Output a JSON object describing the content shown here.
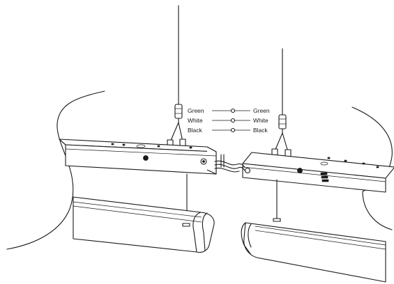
{
  "wiring": {
    "left_labels": [
      "Green",
      "White",
      "Black"
    ],
    "right_labels": [
      "Green",
      "White",
      "Black"
    ]
  },
  "colors": {
    "line": "#1a1a1a",
    "background": "#ffffff"
  }
}
